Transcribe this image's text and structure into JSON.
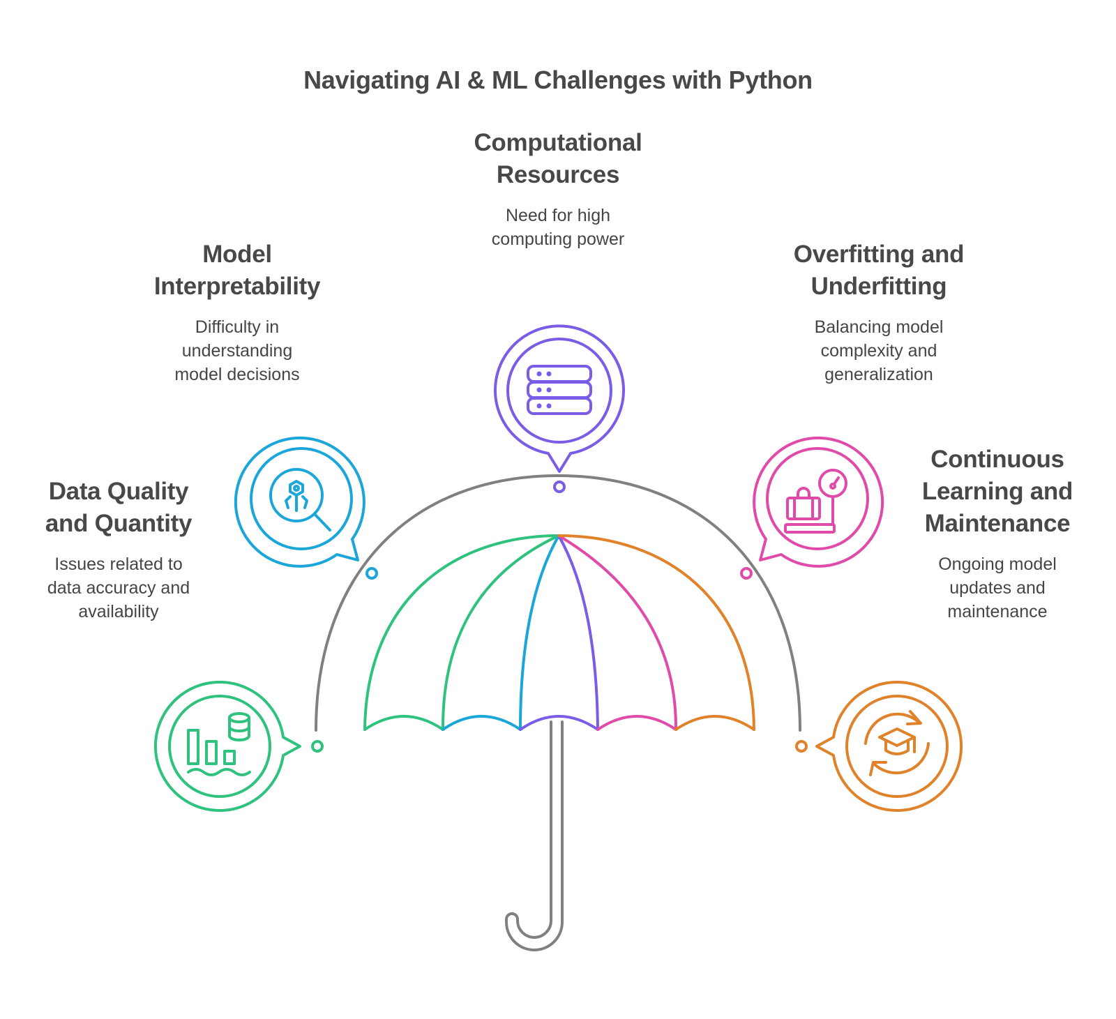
{
  "title": "Navigating AI & ML Challenges with Python",
  "colors": {
    "green": "#2ec27e",
    "blue": "#1aa6d9",
    "purple": "#7b5ce6",
    "pink": "#e04aa8",
    "orange": "#e0822a",
    "gray": "#808080",
    "text": "#484848"
  },
  "items": [
    {
      "heading_lines": [
        "Data Quality",
        "and Quantity"
      ],
      "desc_lines": [
        "Issues related to",
        "data accuracy and",
        "availability"
      ],
      "icon": "data-chart-database-icon",
      "color": "#2ec27e"
    },
    {
      "heading_lines": [
        "Model",
        "Interpretability"
      ],
      "desc_lines": [
        "Difficulty in",
        "understanding",
        "model decisions"
      ],
      "icon": "magnifier-robot-arm-icon",
      "color": "#1aa6d9"
    },
    {
      "heading_lines": [
        "Computational",
        "Resources"
      ],
      "desc_lines": [
        "Need for high",
        "computing power"
      ],
      "icon": "server-stack-icon",
      "color": "#7b5ce6"
    },
    {
      "heading_lines": [
        "Overfitting and",
        "Underfitting"
      ],
      "desc_lines": [
        "Balancing model",
        "complexity and",
        "generalization"
      ],
      "icon": "luggage-scale-icon",
      "color": "#e04aa8"
    },
    {
      "heading_lines": [
        "Continuous",
        "Learning and",
        "Maintenance"
      ],
      "desc_lines": [
        "Ongoing model",
        "updates and",
        "maintenance"
      ],
      "icon": "graduation-cycle-icon",
      "color": "#e0822a"
    }
  ]
}
